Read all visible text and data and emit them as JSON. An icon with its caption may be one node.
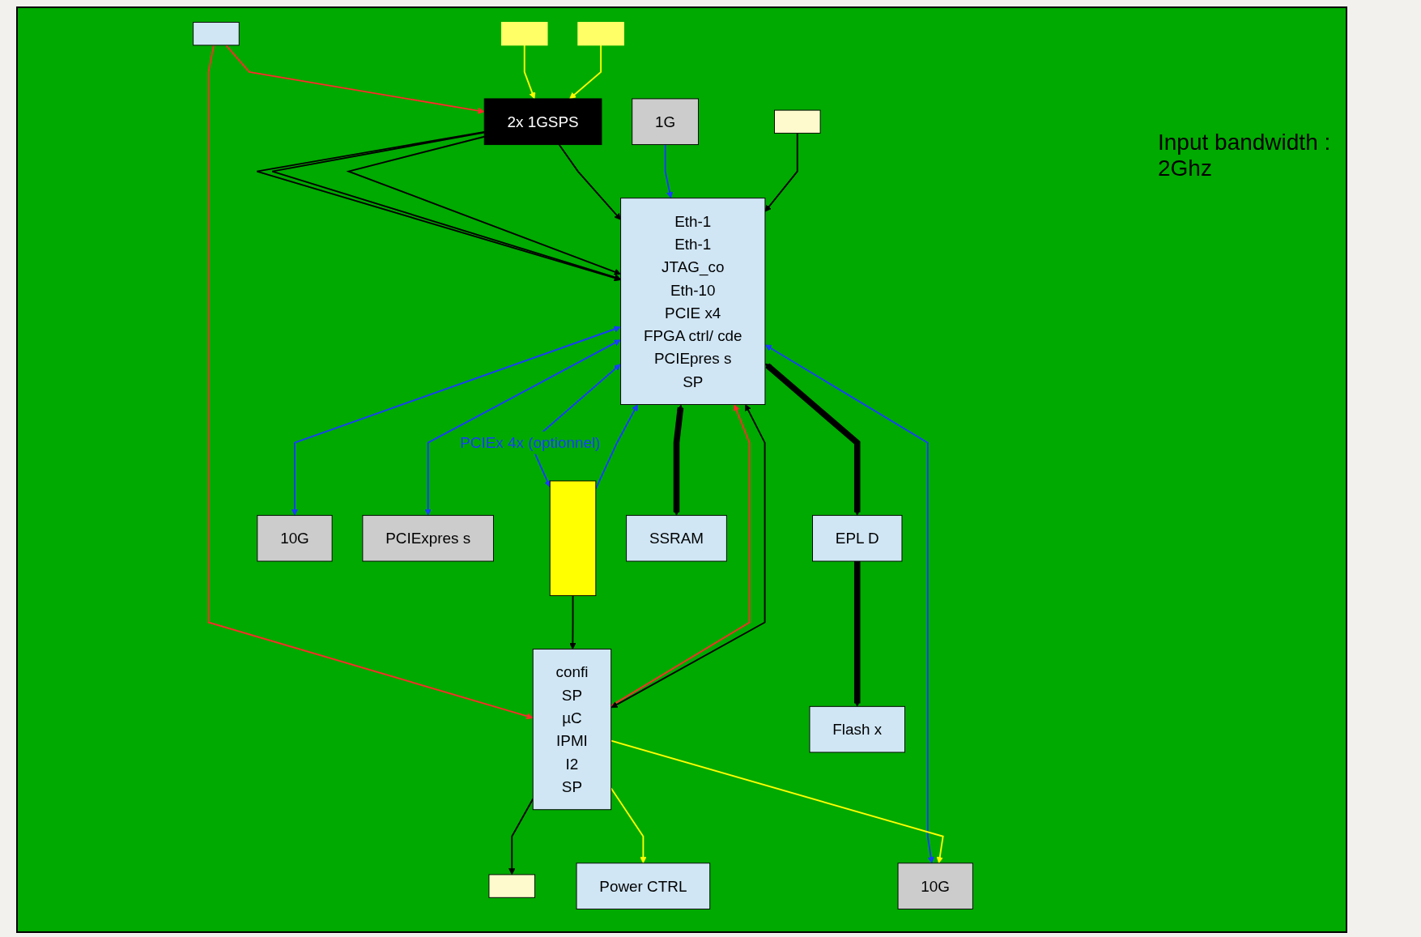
{
  "diagram": {
    "nodes": [
      {
        "text": [
          "2x 1GSPS"
        ]
      },
      {
        "text": [
          "Eth-1",
          "Eth-1",
          "JTAG_co",
          "Eth-10",
          "PCIE x4",
          "FPGA ctrl/ cde",
          "PCIEpres s",
          "SP"
        ]
      },
      {
        "text": [],
        "shape": "box"
      },
      {
        "text": [],
        "shape": "box"
      },
      {
        "text": [
          "confi",
          "SP",
          "µC",
          "IPMI",
          "I2",
          "SP"
        ]
      },
      {
        "text": [],
        "shape": "bar"
      },
      {
        "text": [
          "1G"
        ]
      },
      {
        "text": [
          "10G"
        ]
      },
      {
        "text": [
          "10G"
        ]
      },
      {
        "text": [
          "PCIExpres s"
        ]
      },
      {
        "text": [
          "EPL D"
        ]
      },
      {
        "text": [
          "Power CTRL"
        ]
      },
      {
        "text": [],
        "shape": "box"
      },
      {
        "text": [
          "SSRAM"
        ]
      },
      {
        "text": [
          "Flash x"
        ]
      },
      {
        "text": [],
        "shape": "box"
      },
      {
        "text": [],
        "shape": "box"
      }
    ],
    "edges": [
      {
        "from": 12,
        "to": 0,
        "arrow": "to",
        "color": "#ff2a2a"
      },
      {
        "from": 12,
        "to": 4,
        "arrow": "to",
        "color": "#ff2a2a"
      },
      {
        "from": 4,
        "to": 1,
        "arrow": "to",
        "color": "#ff2a2a"
      },
      {
        "from": 15,
        "to": 0,
        "arrow": "to",
        "color": "#ffff00"
      },
      {
        "from": 16,
        "to": 0,
        "arrow": "to",
        "color": "#ffff00"
      },
      {
        "from": 0,
        "to": 1,
        "arrow": "to"
      },
      {
        "from": 0,
        "to": 1,
        "arrow": "to"
      },
      {
        "from": 0,
        "to": 1,
        "arrow": "to"
      },
      {
        "from": 0,
        "to": 1,
        "arrow": "to"
      },
      {
        "from": 6,
        "to": 1,
        "arrow": "to",
        "color": "#1a3cff"
      },
      {
        "from": 5,
        "to": 1,
        "arrow": "to",
        "color": "#1a3cff"
      },
      {
        "from": 2,
        "to": 1,
        "arrow": "to"
      },
      {
        "from": 1,
        "to": 5,
        "arrow": "both",
        "color": "#1a3cff",
        "label": "PCIEx 4x (optionnel)"
      },
      {
        "from": 1,
        "to": 7,
        "arrow": "both",
        "color": "#1a3cff"
      },
      {
        "from": 1,
        "to": 8,
        "arrow": "both",
        "color": "#1a3cff"
      },
      {
        "from": 1,
        "to": 9,
        "arrow": "both",
        "color": "#1a3cff"
      },
      {
        "from": 4,
        "to": 1,
        "arrow": "both"
      },
      {
        "from": 4,
        "to": 3,
        "arrow": "to"
      },
      {
        "from": 5,
        "to": 4,
        "arrow": "to"
      },
      {
        "from": 4,
        "to": 11,
        "arrow": "to",
        "color": "#ffff00"
      },
      {
        "from": 4,
        "to": 7,
        "arrow": "to",
        "color": "#ffff00"
      },
      {
        "from": 1,
        "to": 13,
        "arrow": "both",
        "style": "thick"
      },
      {
        "from": 1,
        "to": 10,
        "arrow": "both",
        "style": "thick"
      },
      {
        "from": 10,
        "to": 14,
        "arrow": "to",
        "style": "thick"
      }
    ],
    "labels": [
      "Input bandwidth : 2Ghz"
    ]
  }
}
